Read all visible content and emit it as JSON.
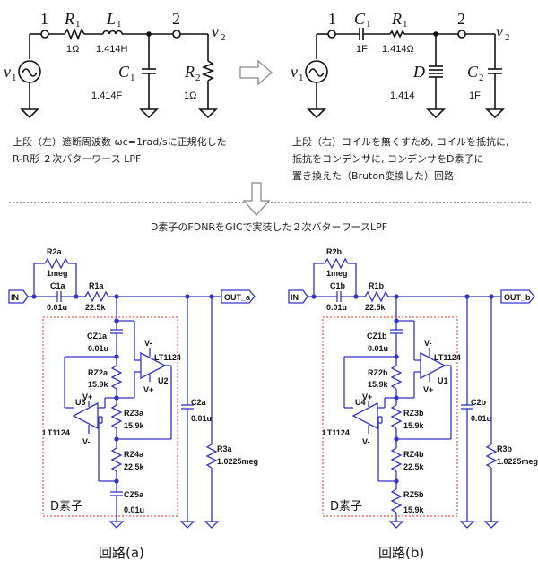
{
  "colors": {
    "wire_black": "#111111",
    "wire_blue": "#3333cc",
    "d_box_border": "#e03020",
    "dotted_separator": "#333333",
    "arrow_outline": "#888888"
  },
  "top_left_circuit": {
    "node1": "1",
    "node2": "2",
    "source": {
      "symbol": "v",
      "sub": "1"
    },
    "output": {
      "symbol": "v",
      "sub": "2"
    },
    "R1": {
      "symbol": "R",
      "sub": "1",
      "value": "1Ω"
    },
    "L1": {
      "symbol": "L",
      "sub": "1",
      "value": "1.414H"
    },
    "C1": {
      "symbol": "C",
      "sub": "1",
      "value": "1.414F"
    },
    "R2": {
      "symbol": "R",
      "sub": "2",
      "value": "1Ω"
    }
  },
  "top_right_circuit": {
    "node1": "1",
    "node2": "2",
    "source": {
      "symbol": "v",
      "sub": "1"
    },
    "output": {
      "symbol": "v",
      "sub": "2"
    },
    "C1": {
      "symbol": "C",
      "sub": "1",
      "value": "1F"
    },
    "R1": {
      "symbol": "R",
      "sub": "1",
      "value": "1.414Ω"
    },
    "D": {
      "symbol": "D",
      "value": "1.414"
    },
    "C2": {
      "symbol": "C",
      "sub": "2",
      "value": "1F"
    }
  },
  "captions": {
    "left": [
      "上段（左）遮断周波数 ωc=1rad/sに正規化した",
      "R-R形 ２次バターワース LPF"
    ],
    "right": [
      "上段（右）コイルを無くすため, コイルを抵抗に,",
      "抵抗をコンデンサに, コンデンサをD素子に",
      "置き換えた（Bruton変換した）回路"
    ],
    "middle": "D素子のFDNRをGICで実装した２次バターワースLPF"
  },
  "circuit_a": {
    "title": "回路(a)",
    "in_label": "IN",
    "out_label": "OUT_a",
    "d_label": "D素子",
    "R2": {
      "name": "R2a",
      "value": "1meg"
    },
    "C1": {
      "name": "C1a",
      "value": "0.01u"
    },
    "R1": {
      "name": "R1a",
      "value": "22.5k"
    },
    "CZ1": {
      "name": "CZ1a",
      "value": "0.01u"
    },
    "RZ2": {
      "name": "RZ2a",
      "value": "15.9k"
    },
    "RZ3": {
      "name": "RZ3a",
      "value": "15.9k"
    },
    "RZ4": {
      "name": "RZ4a",
      "value": "22.5k"
    },
    "Z5": {
      "name": "CZ5a",
      "value": "0.01u"
    },
    "C2": {
      "name": "C2a",
      "value": "0.01u"
    },
    "R3": {
      "name": "R3a",
      "value": "1.0225meg"
    },
    "opamp_top": {
      "name": "U2",
      "model": "LT1124"
    },
    "opamp_bottom": {
      "name": "U3",
      "model": "LT1124"
    },
    "vplus": "V+",
    "vminus": "V-"
  },
  "circuit_b": {
    "title": "回路(b)",
    "in_label": "IN",
    "out_label": "OUT_b",
    "d_label": "D素子",
    "R2": {
      "name": "R2b",
      "value": "1meg"
    },
    "C1": {
      "name": "C1b",
      "value": "0.01u"
    },
    "R1": {
      "name": "R1b",
      "value": "22.5k"
    },
    "CZ1": {
      "name": "CZ1b",
      "value": "0.01u"
    },
    "RZ2": {
      "name": "RZ2b",
      "value": "15.9k"
    },
    "RZ3": {
      "name": "RZ3b",
      "value": "15.9k"
    },
    "RZ4": {
      "name": "RZ4b",
      "value": "22.5k"
    },
    "Z5": {
      "name": "RZ5b",
      "value": "15.9k"
    },
    "C2": {
      "name": "C2b",
      "value": "0.01u"
    },
    "R3": {
      "name": "R3b",
      "value": "1.0225meg"
    },
    "opamp_top": {
      "name": "U1",
      "model": "LT1124"
    },
    "opamp_bottom": {
      "name": "U4",
      "model": "LT1124"
    },
    "vplus": "V+",
    "vminus": "V-"
  }
}
